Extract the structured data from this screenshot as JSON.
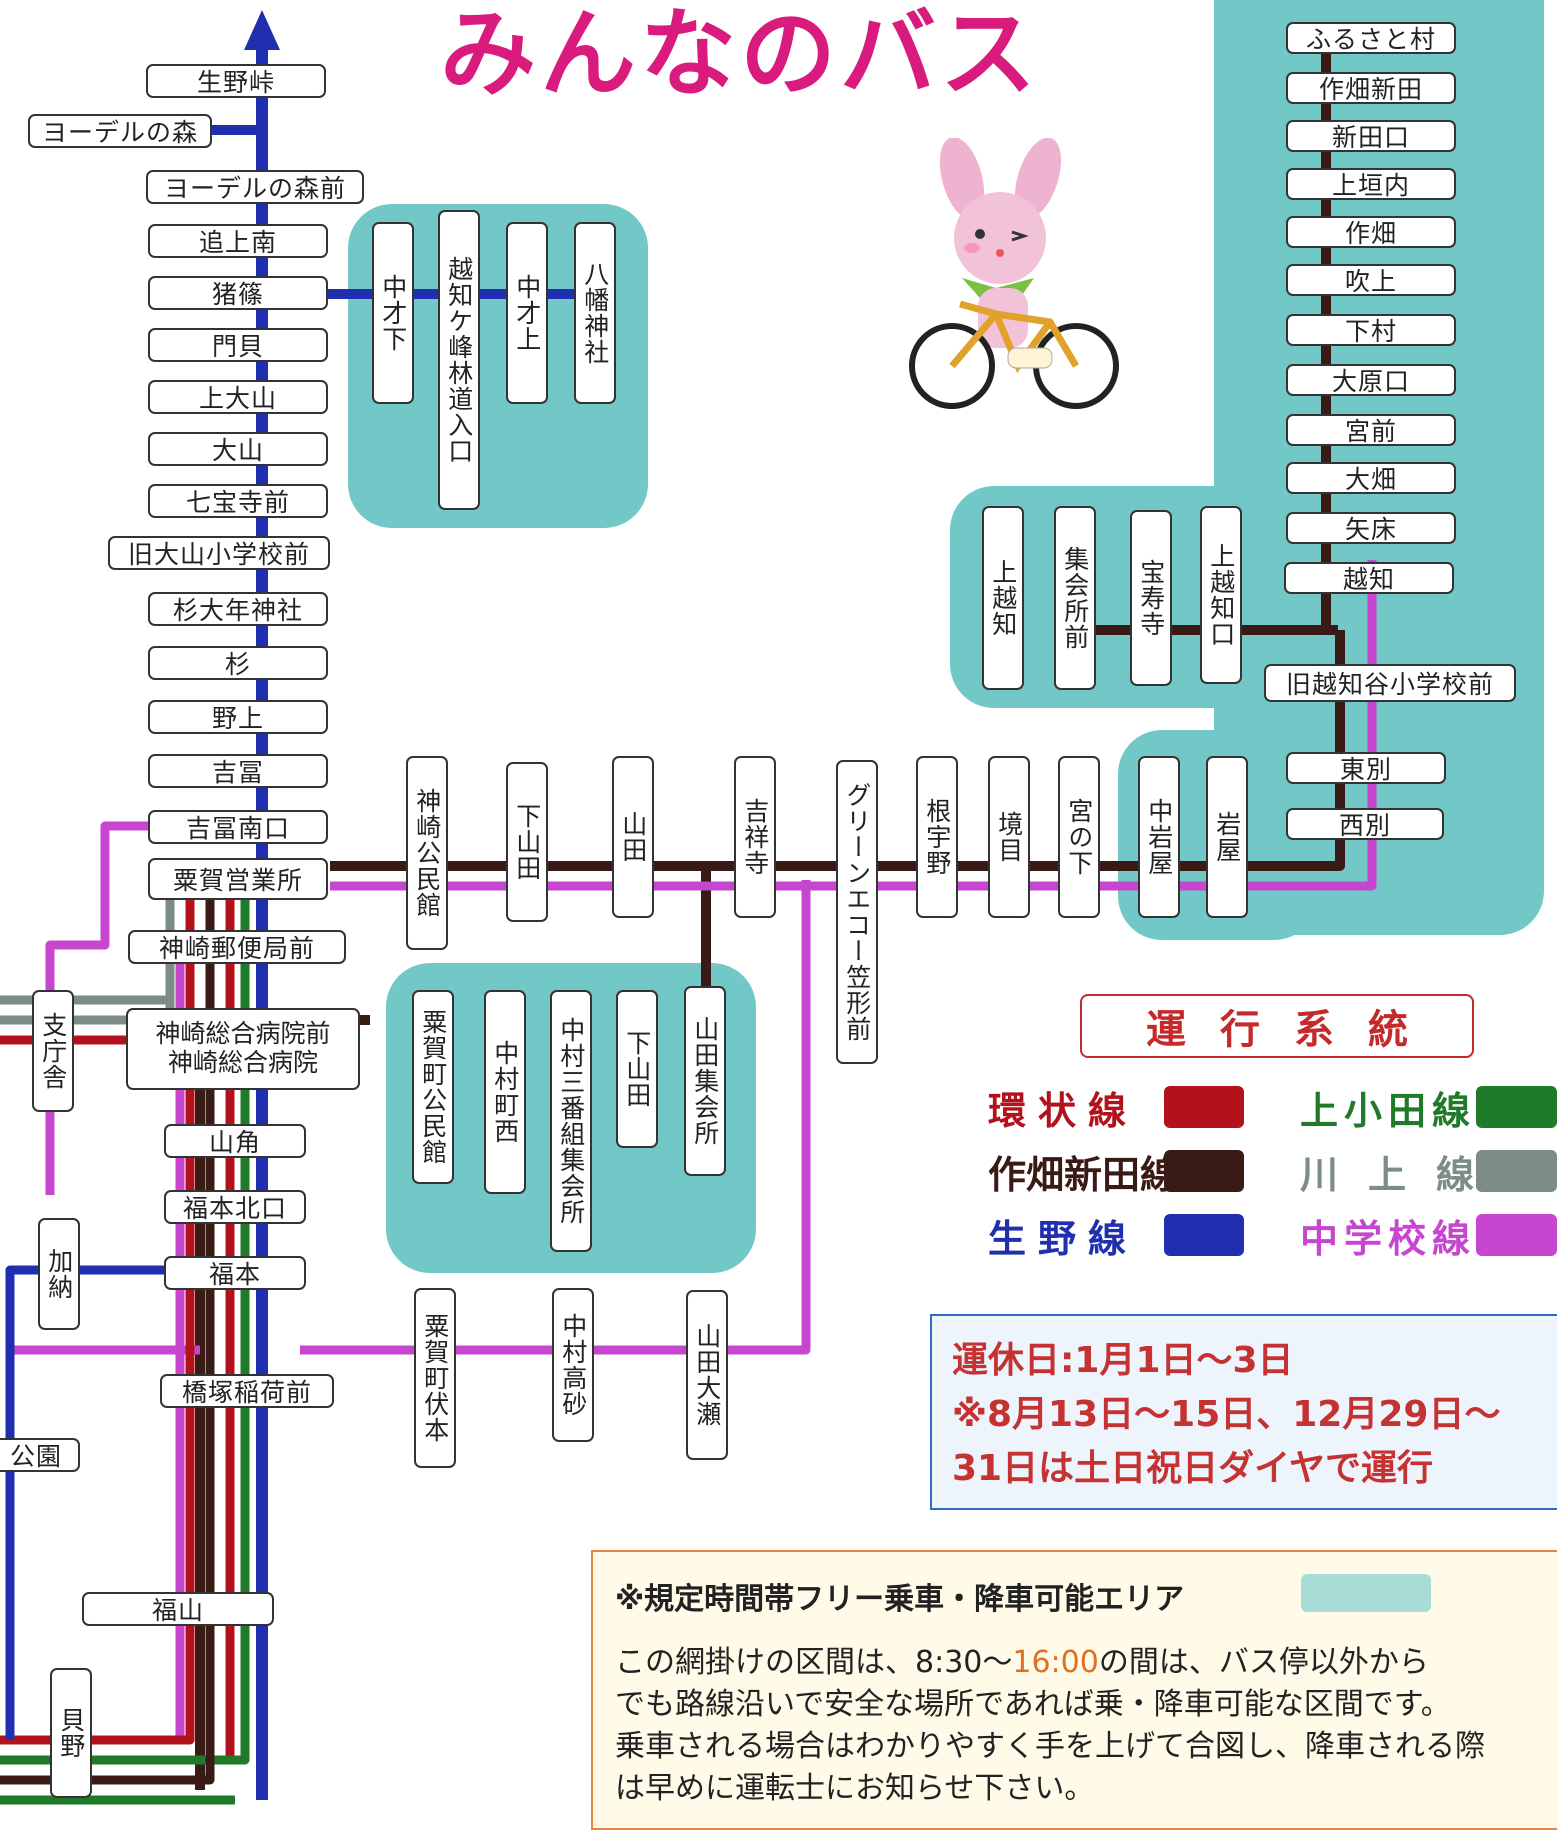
{
  "title": "みんなのバス",
  "stops": {
    "ikunotouge": "生野峠",
    "yodel_forest": "ヨーデルの森",
    "yodel_forest_mae": "ヨーデルの森前",
    "oiue_minami": "追上南",
    "inosasa": "猪篠",
    "monkai": "門貝",
    "kamioyama": "上大山",
    "oyama": "大山",
    "shichihoji_mae": "七宝寺前",
    "kyu_oyama_school": "旧大山小学校前",
    "sugi_onen_shrine": "杉大年神社",
    "sugi": "杉",
    "nogami": "野上",
    "yoshitomi": "吉冨",
    "yoshitomi_minamiguchi": "吉冨南口",
    "awaga_office": "粟賀営業所",
    "kanzaki_post": "神崎郵便局前",
    "hospital_mae": "神崎総合病院前",
    "hospital": "神崎総合病院",
    "shichosha": "支庁舎",
    "yamakado": "山角",
    "fukumoto_kitaguchi": "福本北口",
    "fukumoto": "福本",
    "kano": "加納",
    "hashizuka_inari": "橋塚稲荷前",
    "koen": "公園",
    "fukuyama": "福山",
    "kaino": "貝野",
    "nakasaishita": "中才下",
    "ochigamine": "越知ケ峰林道入口",
    "nakasaiue": "中才上",
    "hachiman": "八幡神社",
    "kanzaki_hall": "神崎公民館",
    "shimoyamada": "下山田",
    "yamada": "山田",
    "kisshoji": "吉祥寺",
    "green_echo": "グリーンエコー笠形前",
    "neuno": "根宇野",
    "sakaime": "境目",
    "miyanoshita": "宮の下",
    "nakaiwaya": "中岩屋",
    "iwaya": "岩屋",
    "furusato": "ふるさと村",
    "sakuhata_shinden": "作畑新田",
    "nitta_guchi": "新田口",
    "kamigaito": "上垣内",
    "sakuhata": "作畑",
    "fukiage": "吹上",
    "shimomura": "下村",
    "ohara_guchi": "大原口",
    "miyamae": "宮前",
    "ohata": "大畑",
    "yatoko": "矢床",
    "ochi": "越知",
    "kyu_ochidani_school": "旧越知谷小学校前",
    "higashibetsu": "東別",
    "nishibetsu": "西別",
    "kamiochi": "上越知",
    "shukaisho_mae": "集会所前",
    "hojuji": "宝寿寺",
    "kamiochi_guchi": "上越知口",
    "awaga_town_hall": "粟賀町公民館",
    "nakamura_nishi": "中村町西",
    "nakamura_sanban": "中村三番組集会所",
    "shimoyamada2": "下山田",
    "yamada_shukaisho": "山田集会所",
    "awaga_fushimoto": "粟賀町伏本",
    "nakamura_takasago": "中村高砂",
    "yamada_ose": "山田大瀬"
  },
  "legend": {
    "title": "運行系統",
    "lines": [
      {
        "name": "環状線",
        "color": "#b3121c"
      },
      {
        "name": "上小田線",
        "color": "#1f7a2a"
      },
      {
        "name": "作畑新田線",
        "color": "#3a1a14"
      },
      {
        "name": "川上線",
        "color": "#7c8d86"
      },
      {
        "name": "生野線",
        "color": "#1f2fb0"
      },
      {
        "name": "中学校線",
        "color": "#c646cf"
      }
    ]
  },
  "notice": {
    "line1": "運休日:1月1日～3日",
    "line2": "※8月13日～15日、12月29日～",
    "line3": "31日は土日祝日ダイヤで運行"
  },
  "free_zone": {
    "title": "※規定時間帯フリー乗車・降車可能エリア",
    "body1_pre": "この網掛けの区間は、8:30～",
    "body1_time": "16:00",
    "body1_post": "の間は、バス停以外から",
    "body2": "でも路線沿いで安全な場所であれば乗・降車可能な区間です。",
    "body3": "乗車される場合はわかりやすく手を上げて合図し、降車される際",
    "body4": "は早めに運転士にお知らせ下さい。"
  },
  "colors": {
    "free_zone": "#72c8c6",
    "circular": "#b3121c",
    "kamioda": "#1f7a2a",
    "sakuhata_shinden": "#3a1a14",
    "kawakami": "#7c8d86",
    "ikuno": "#1f2fb0",
    "junior_high": "#c646cf"
  },
  "icons": {
    "rabbit": "rabbit-on-bicycle-icon",
    "arrow": "north-arrow-icon"
  }
}
